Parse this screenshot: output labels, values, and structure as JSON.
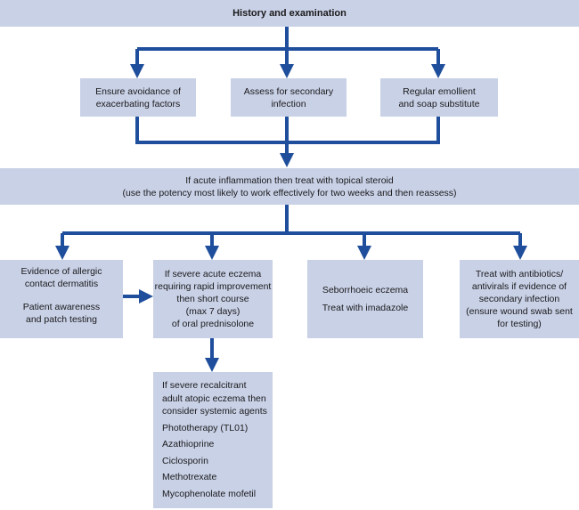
{
  "top": {
    "title": "History and examination"
  },
  "row1": [
    {
      "lines": [
        "Ensure avoidance of",
        "exacerbating factors"
      ]
    },
    {
      "lines": [
        "Assess for secondary",
        "infection"
      ]
    },
    {
      "lines": [
        "Regular emollient",
        "and soap substitute"
      ]
    }
  ],
  "steroid": {
    "line1": "If acute inflammation then treat with topical steroid",
    "line2": "(use the potency most likely to work effectively for two weeks and then reassess)"
  },
  "allergic": {
    "lines": [
      "Evidence of allergic",
      "contact dermatitis"
    ],
    "sub": [
      "Patient awareness",
      "and patch testing"
    ]
  },
  "severe": {
    "lines": [
      "If severe acute eczema",
      "requiring rapid improvement",
      "then short course",
      "(max 7 days)",
      "of oral prednisolone"
    ]
  },
  "seborrhoeic": {
    "line1": "Seborrhoeic eczema",
    "line2": "Treat with imadazole"
  },
  "antibiotics": {
    "lines": [
      "Treat with antibiotics/",
      "antivirals if evidence of",
      "secondary infection",
      "(ensure wound swab sent",
      "for testing)"
    ]
  },
  "systemic": {
    "intro": [
      "If severe recalcitrant",
      "adult atopic eczema then",
      "consider systemic agents"
    ],
    "agents": [
      "Phototherapy (TL01)",
      "Azathioprine",
      "Ciclosporin",
      "Methotrexate",
      "Mycophenolate mofetil"
    ]
  },
  "colors": {
    "box": "#c9d1e7",
    "arrow": "#1f4e9c"
  }
}
